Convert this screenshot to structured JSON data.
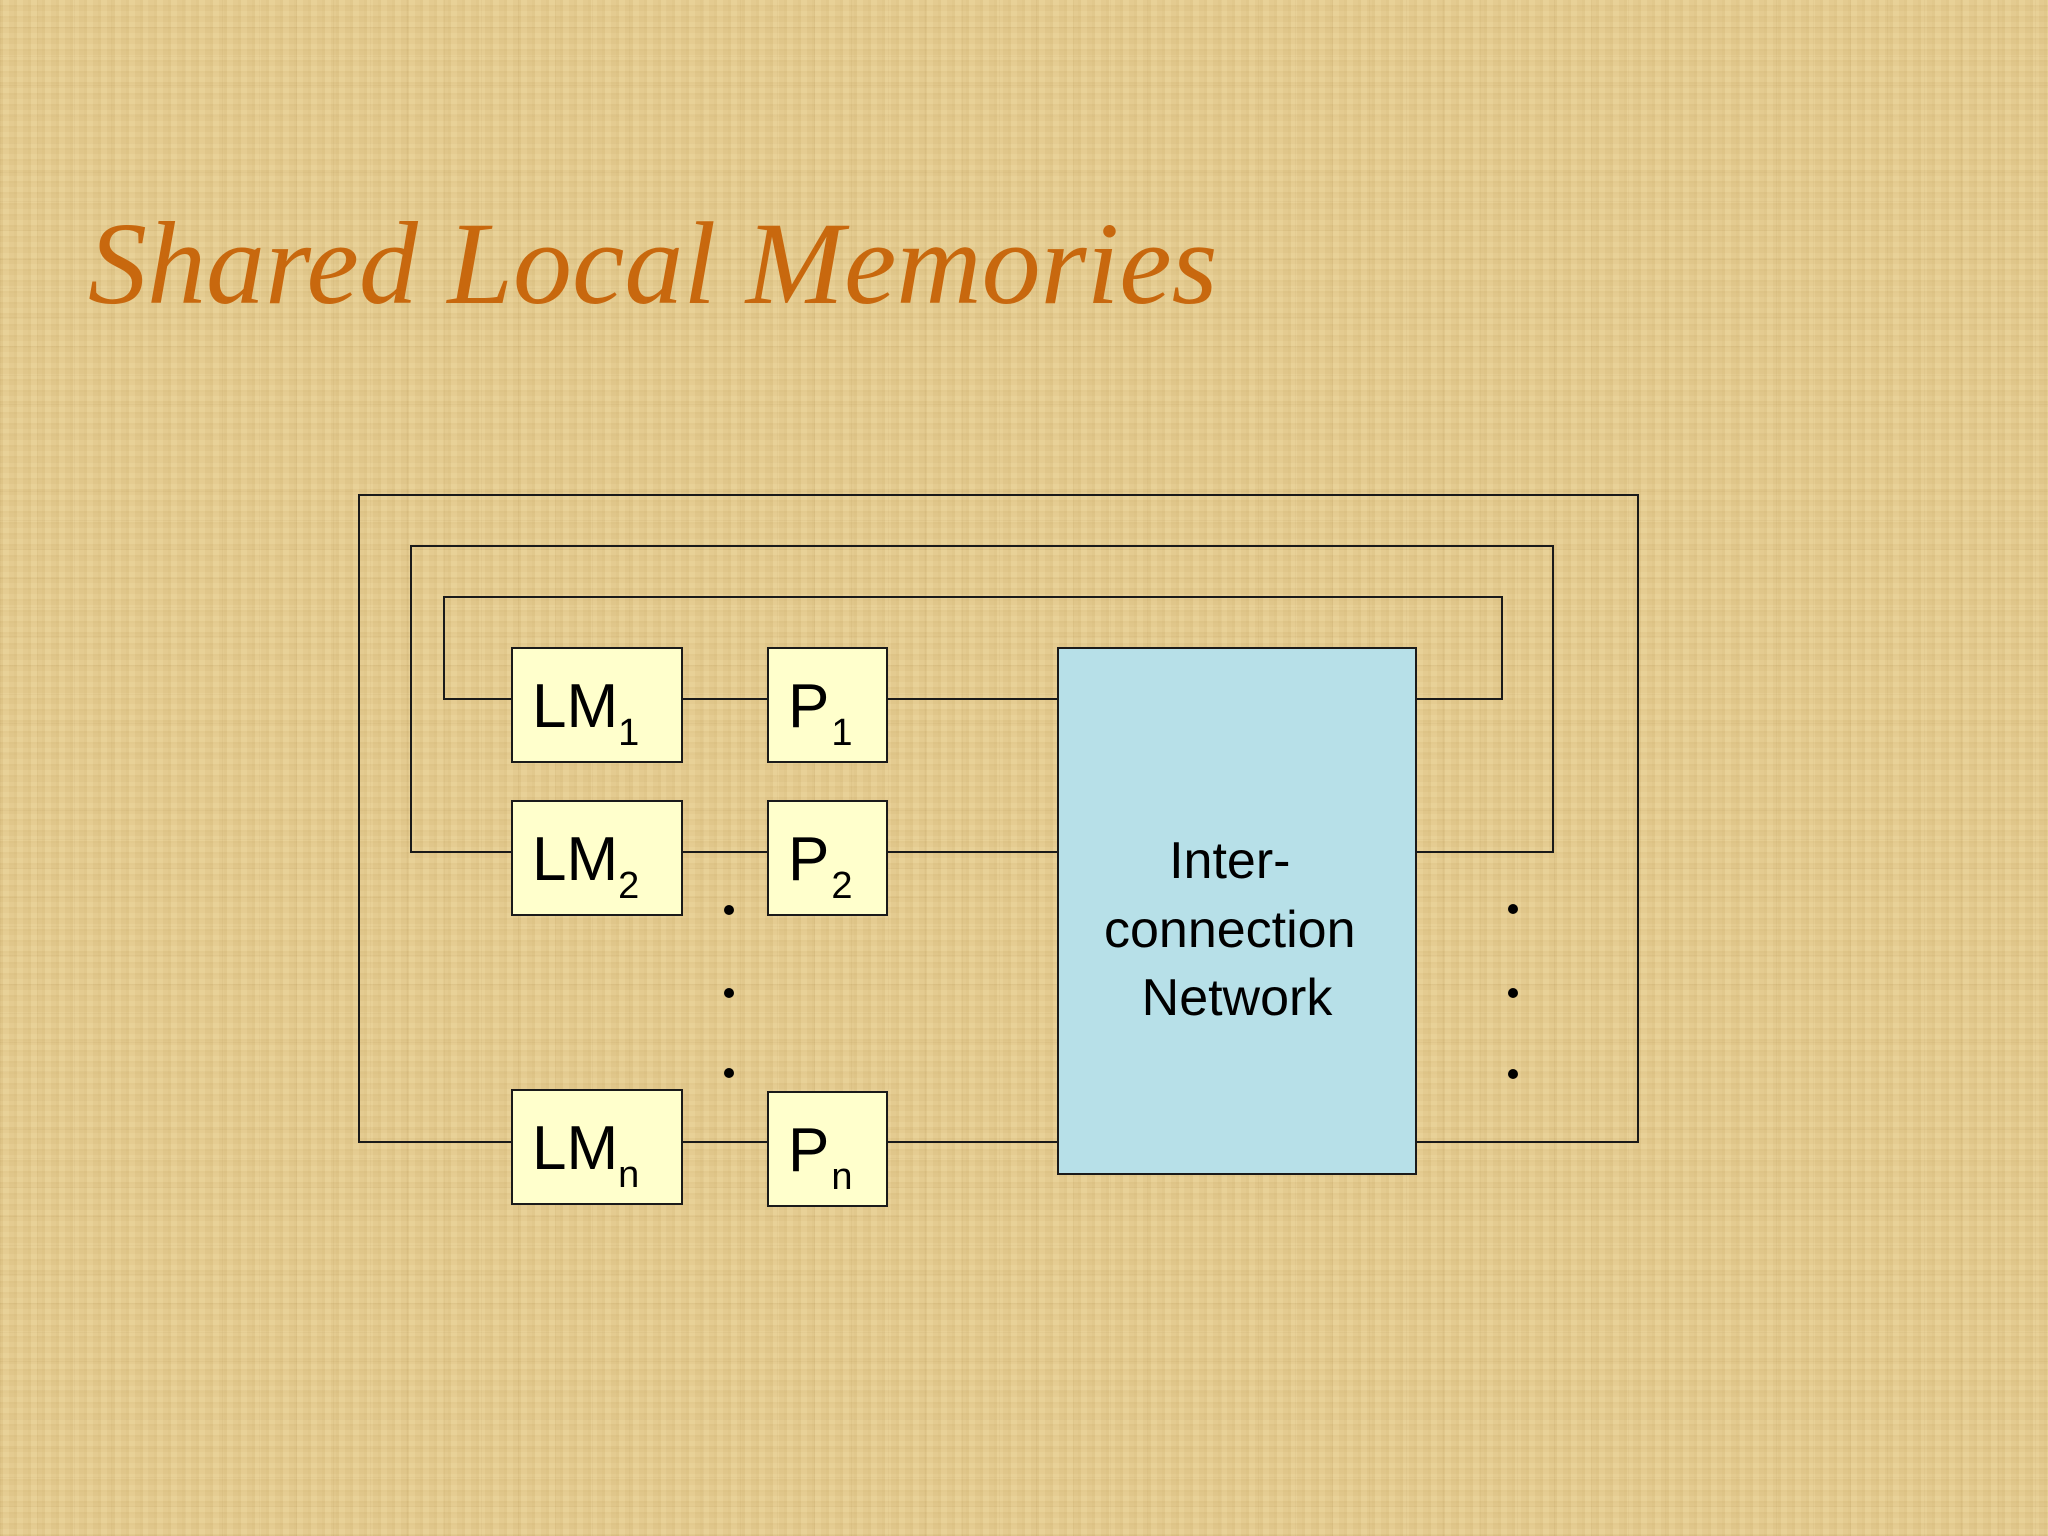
{
  "slide": {
    "title": "Shared Local Memories",
    "title_color": "#c8680e",
    "background_color": "#e6cd91"
  },
  "diagram": {
    "box_fill_color": "#ffffcc",
    "network_fill_color": "#b7e0e8",
    "rows": [
      {
        "memory": "LM",
        "memory_sub": "1",
        "processor": "P",
        "processor_sub": "1"
      },
      {
        "memory": "LM",
        "memory_sub": "2",
        "processor": "P",
        "processor_sub": "2"
      },
      {
        "memory": "LM",
        "memory_sub": "n",
        "processor": "P",
        "processor_sub": "n"
      }
    ],
    "network": {
      "lines": [
        "Inter-",
        "connection",
        "Network"
      ]
    }
  }
}
